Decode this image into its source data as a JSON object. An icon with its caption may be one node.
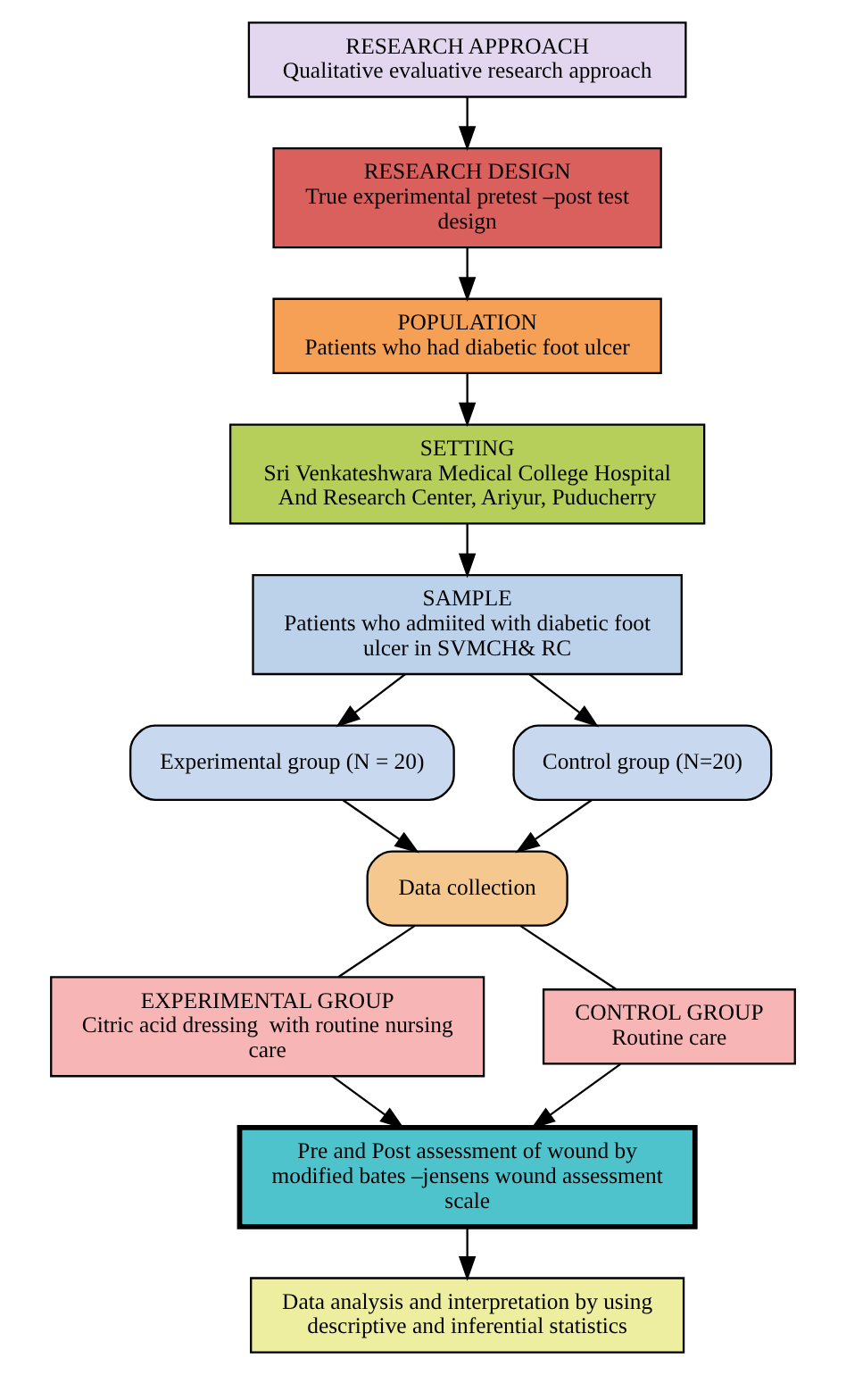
{
  "diagram": {
    "nodes": [
      {
        "text": [
          "RESEARCH APPROACH",
          "Qualitative evaluative research approach"
        ]
      },
      {
        "text": [
          "RESEARCH DESIGN",
          "True experimental pretest –post test design"
        ]
      },
      {
        "text": [
          "POPULATION",
          "Patients who had diabetic foot ulcer"
        ]
      },
      {
        "text": [
          "SETTING",
          "Sri Venkateshwara Medical College Hospital And Research Center, Ariyur, Puducherry"
        ]
      },
      {
        "text": [
          "SAMPLE",
          "Patients who admiited with diabetic foot ulcer in SVMCH& RC"
        ]
      },
      {
        "text": [
          "Experimental group (N = 20)"
        ]
      },
      {
        "text": [
          "Control group (N=20)"
        ]
      },
      {
        "text": [
          "Data collection"
        ]
      },
      {
        "text": [
          "EXPERIMENTAL GROUP",
          "Citric acid dressing  with routine nursing care"
        ]
      },
      {
        "text": [
          "CONTROL GROUP",
          "Routine care"
        ]
      },
      {
        "text": [
          "Pre and Post assessment of wound by modified bates –jensens wound assessment scale"
        ]
      },
      {
        "text": [
          "Data analysis and interpretation by using descriptive and inferential statistics"
        ]
      }
    ],
    "edges": [
      {
        "from": 0,
        "to": 1,
        "arrow": "to"
      },
      {
        "from": 1,
        "to": 2,
        "arrow": "to"
      },
      {
        "from": 2,
        "to": 3,
        "arrow": "to"
      },
      {
        "from": 3,
        "to": 4,
        "arrow": "to"
      },
      {
        "from": 4,
        "to": 5,
        "arrow": "to"
      },
      {
        "from": 4,
        "to": 6,
        "arrow": "to"
      },
      {
        "from": 5,
        "to": 7,
        "arrow": "to"
      },
      {
        "from": 6,
        "to": 7,
        "arrow": "to"
      },
      {
        "from": 7,
        "to": 8,
        "arrow": "none"
      },
      {
        "from": 7,
        "to": 9,
        "arrow": "none"
      },
      {
        "from": 8,
        "to": 10,
        "arrow": "to"
      },
      {
        "from": 9,
        "to": 10,
        "arrow": "to"
      },
      {
        "from": 10,
        "to": 11,
        "arrow": "to"
      }
    ]
  }
}
